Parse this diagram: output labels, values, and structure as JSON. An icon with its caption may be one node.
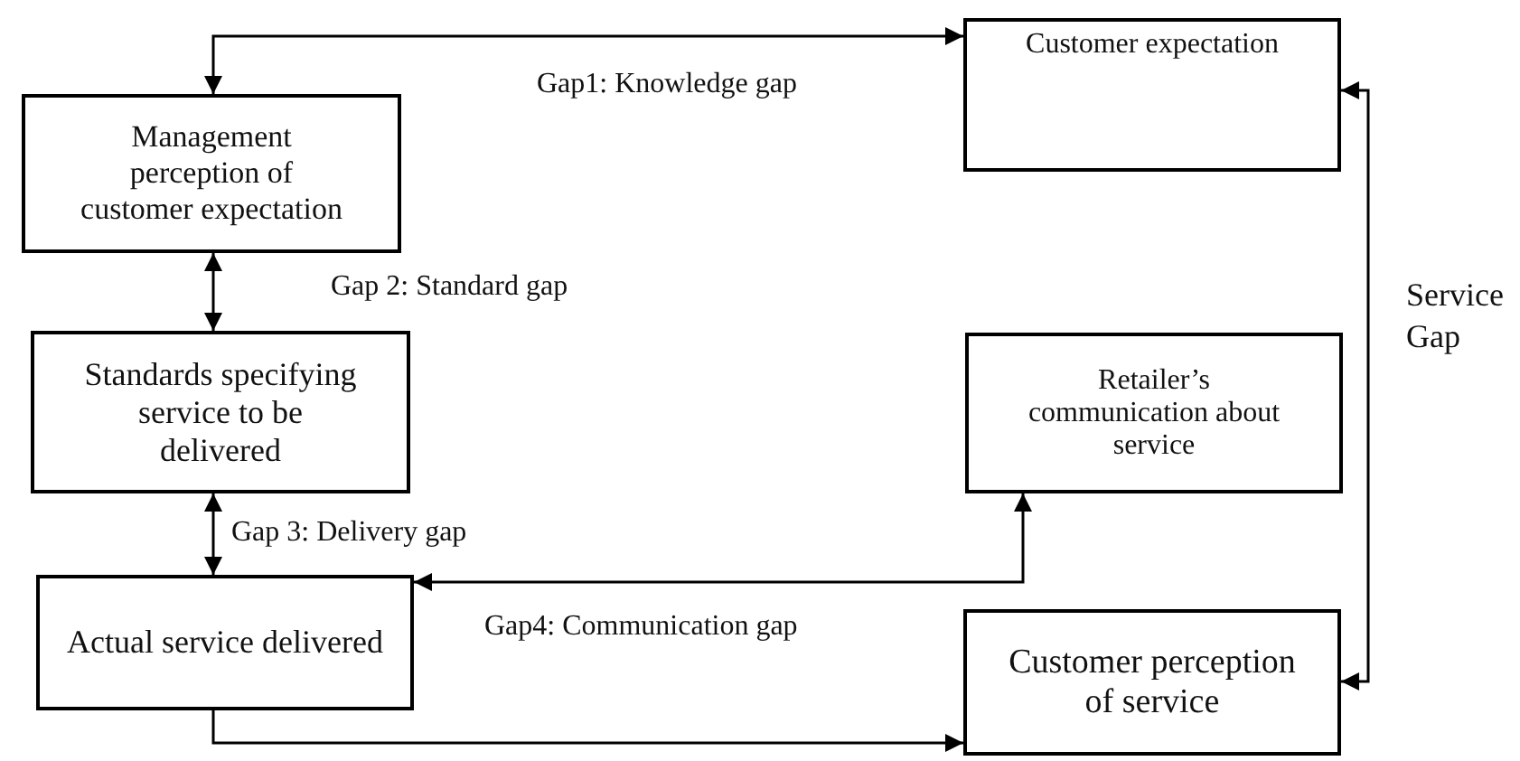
{
  "diagram": {
    "nodes": [
      {
        "text": [
          "Management perception of customer expectation"
        ]
      },
      {
        "text": [
          "Customer expectation"
        ]
      },
      {
        "text": [
          "Standards specifying service to be delivered"
        ]
      },
      {
        "text": [
          "Retailer’s communication about service"
        ]
      },
      {
        "text": [
          "Actual service delivered"
        ]
      },
      {
        "text": [
          "Customer perception of service"
        ]
      }
    ],
    "edges": [
      {
        "from": 0,
        "to": 1,
        "arrow": "both",
        "label": "Gap1: Knowledge gap"
      },
      {
        "from": 0,
        "to": 2,
        "arrow": "both",
        "label": "Gap 2: Standard gap"
      },
      {
        "from": 2,
        "to": 4,
        "arrow": "both",
        "label": "Gap 3: Delivery gap"
      },
      {
        "from": 3,
        "to": 4,
        "arrow": "both",
        "label": "Gap4: Communication gap"
      },
      {
        "from": 4,
        "to": 5,
        "arrow": "to"
      },
      {
        "from": 1,
        "to": 5,
        "arrow": "both",
        "label": "Service Gap"
      }
    ]
  }
}
